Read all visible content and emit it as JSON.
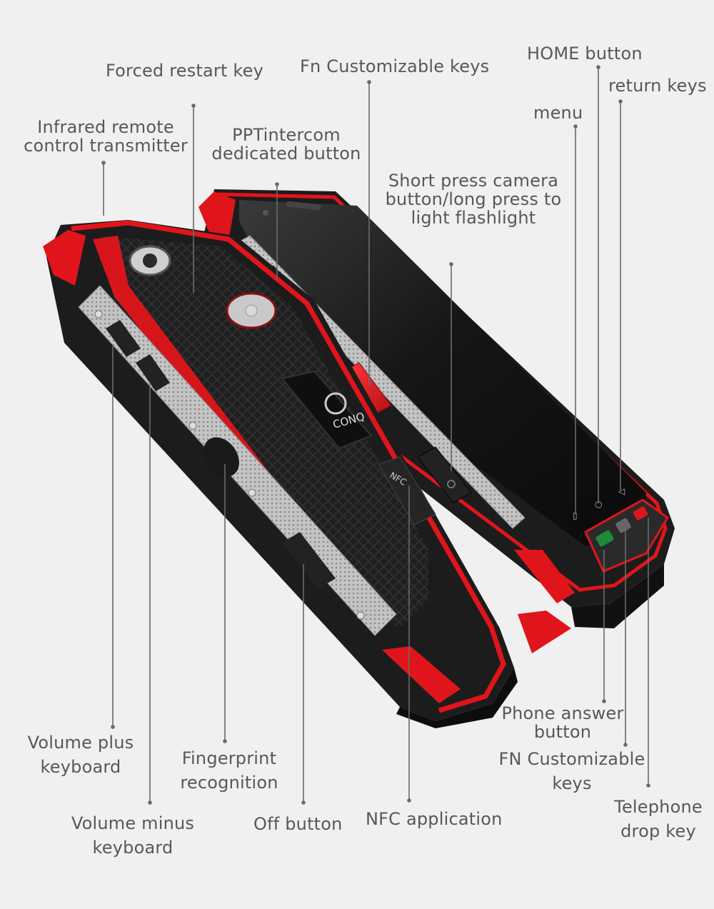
{
  "diagram": {
    "product_logo": "CONQ",
    "nfc_text": "NFC",
    "labels": {
      "forced_restart": "Forced restart key",
      "fn_top": "Fn Customizable keys",
      "home": "HOME button",
      "return": "return keys",
      "menu": "menu",
      "infrared": "Infrared remote\ncontrol transmitter",
      "ppt": "PPTintercom\ndedicated button",
      "camera": "Short press camera\nbutton/long press to\nlight flashlight",
      "volume_plus": "Volume plus\nkeyboard",
      "fingerprint": "Fingerprint\nrecognition",
      "volume_minus": "Volume minus\nkeyboard",
      "off": "Off button",
      "nfc": "NFC application",
      "phone_answer": "Phone answer\nbutton",
      "fn_bottom": "FN Customizable\nkeys",
      "telephone_drop": "Telephone\ndrop key"
    },
    "colors": {
      "background": "#f0f0f0",
      "accent_red": "#e0151b",
      "body_black": "#1c1c1c",
      "metal": "#b9b9b9",
      "label_text": "#585858",
      "leader_line": "#6a6a6a"
    }
  }
}
